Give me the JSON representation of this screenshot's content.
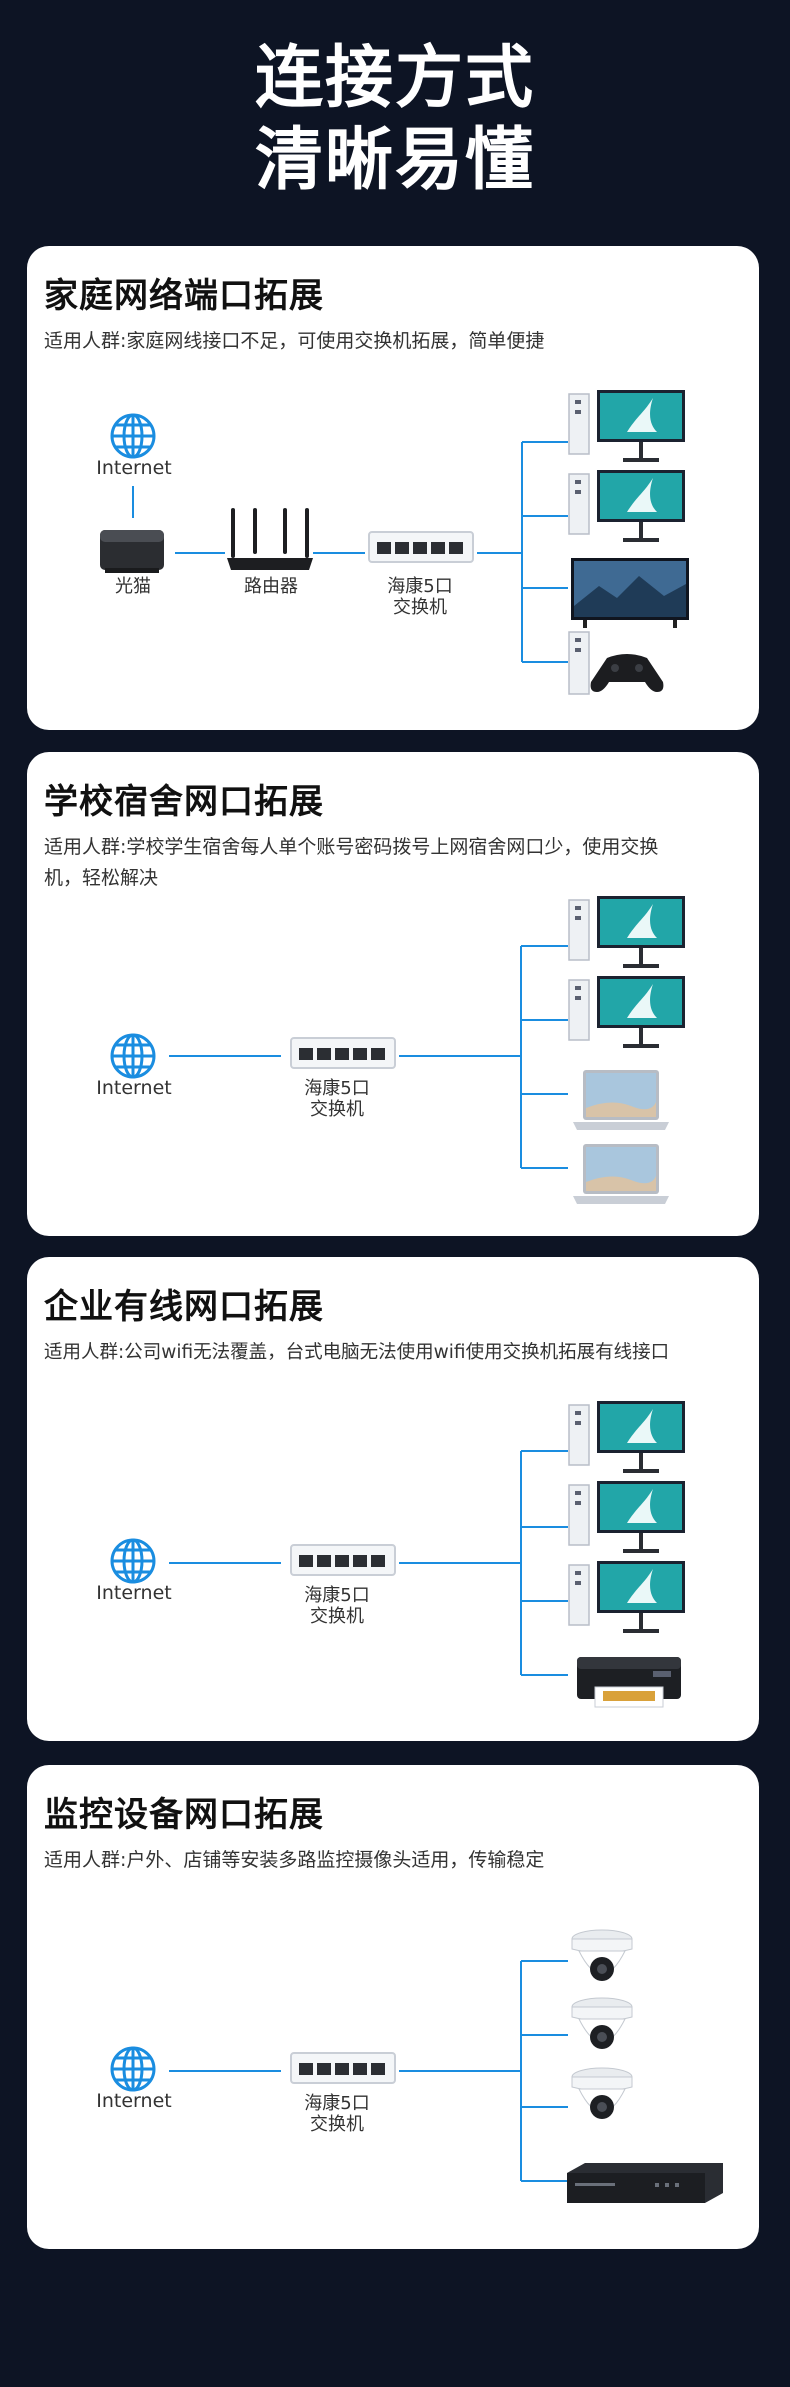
{
  "hero": {
    "title_line1": "连接方式",
    "title_line2": "清晰易懂"
  },
  "colors": {
    "background": "#0d1424",
    "card": "#ffffff",
    "line": "#1a8de0",
    "globe": "#1a8de0"
  },
  "sections": [
    {
      "title": "家庭网络端口拓展",
      "desc": "适用人群:家庭网线接口不足，可使用交换机拓展，简单便捷",
      "labels": {
        "internet": "Internet",
        "modem": "光猫",
        "router": "路由器",
        "switch_l1": "海康5口",
        "switch_l2": "交换机"
      },
      "devices": [
        "pc-monitor-icon",
        "pc-monitor-icon",
        "tv-icon",
        "game-console-icon"
      ]
    },
    {
      "title": "学校宿舍网口拓展",
      "desc": "适用人群:学校学生宿舍每人单个账号密码拨号上网宿舍网口少，使用交换机，轻松解决",
      "labels": {
        "internet": "Internet",
        "switch_l1": "海康5口",
        "switch_l2": "交换机"
      },
      "devices": [
        "pc-monitor-icon",
        "pc-monitor-icon",
        "laptop-icon",
        "laptop-icon"
      ]
    },
    {
      "title": "企业有线网口拓展",
      "desc": "适用人群:公司wifi无法覆盖，台式电脑无法使用wifi使用交换机拓展有线接口",
      "labels": {
        "internet": "Internet",
        "switch_l1": "海康5口",
        "switch_l2": "交换机"
      },
      "devices": [
        "pc-monitor-icon",
        "pc-monitor-icon",
        "pc-monitor-icon",
        "printer-icon"
      ]
    },
    {
      "title": "监控设备网口拓展",
      "desc": "适用人群:户外、店铺等安装多路监控摄像头适用，传输稳定",
      "labels": {
        "internet": "Internet",
        "switch_l1": "海康5口",
        "switch_l2": "交换机"
      },
      "devices": [
        "dome-camera-icon",
        "dome-camera-icon",
        "dome-camera-icon",
        "nvr-recorder-icon"
      ]
    }
  ]
}
